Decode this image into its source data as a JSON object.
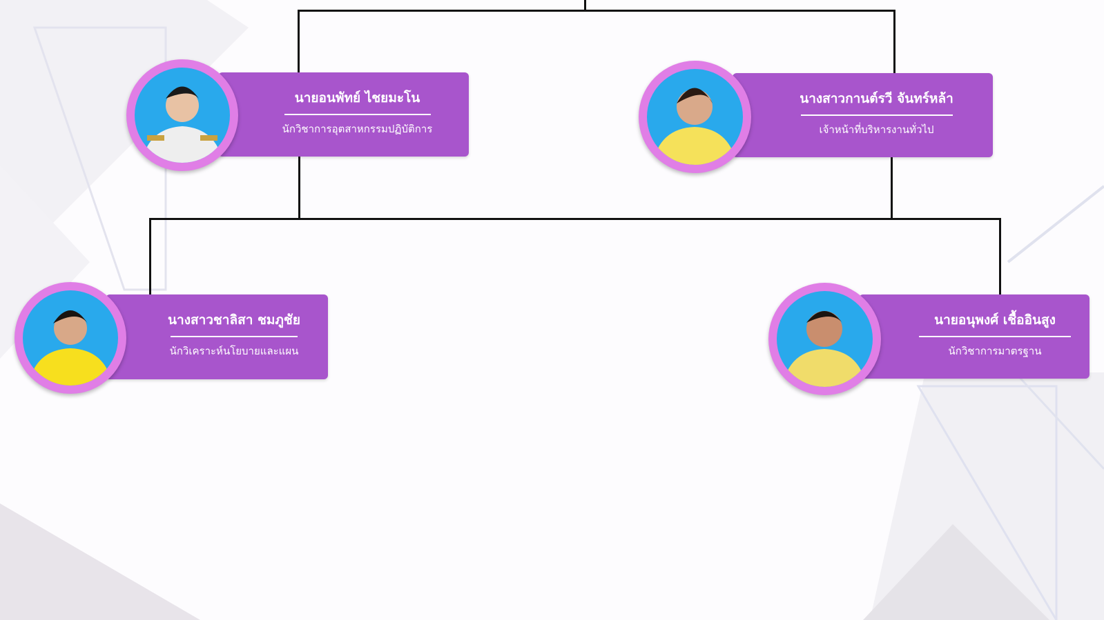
{
  "colors": {
    "card": "#a855cc",
    "avatar_ring": "#e07ee6",
    "photo_bg": "#29a9ec",
    "shirt_yellow": "#f5e15a",
    "uniform_white": "#eeeeee"
  },
  "members": [
    {
      "name": "นายอนพัทย์ ไชยมะโน",
      "position": "นักวิชาการอุตสาหกรรมปฏิบัติการ",
      "photo_icon": "person-photo"
    },
    {
      "name": "นางสาวกานต์รวี จันทร์หล้า",
      "position": "เจ้าหน้าที่บริหารงานทั่วไป",
      "photo_icon": "person-photo"
    },
    {
      "name": "นางสาวชาลิสา ชมภูชัย",
      "position": "นักวิเคราะห์นโยบายและแผน",
      "photo_icon": "person-photo"
    },
    {
      "name": "นายอนุพงศ์ เชื้ออินสูง",
      "position": "นักวิชาการมาตรฐาน",
      "photo_icon": "person-photo"
    }
  ]
}
